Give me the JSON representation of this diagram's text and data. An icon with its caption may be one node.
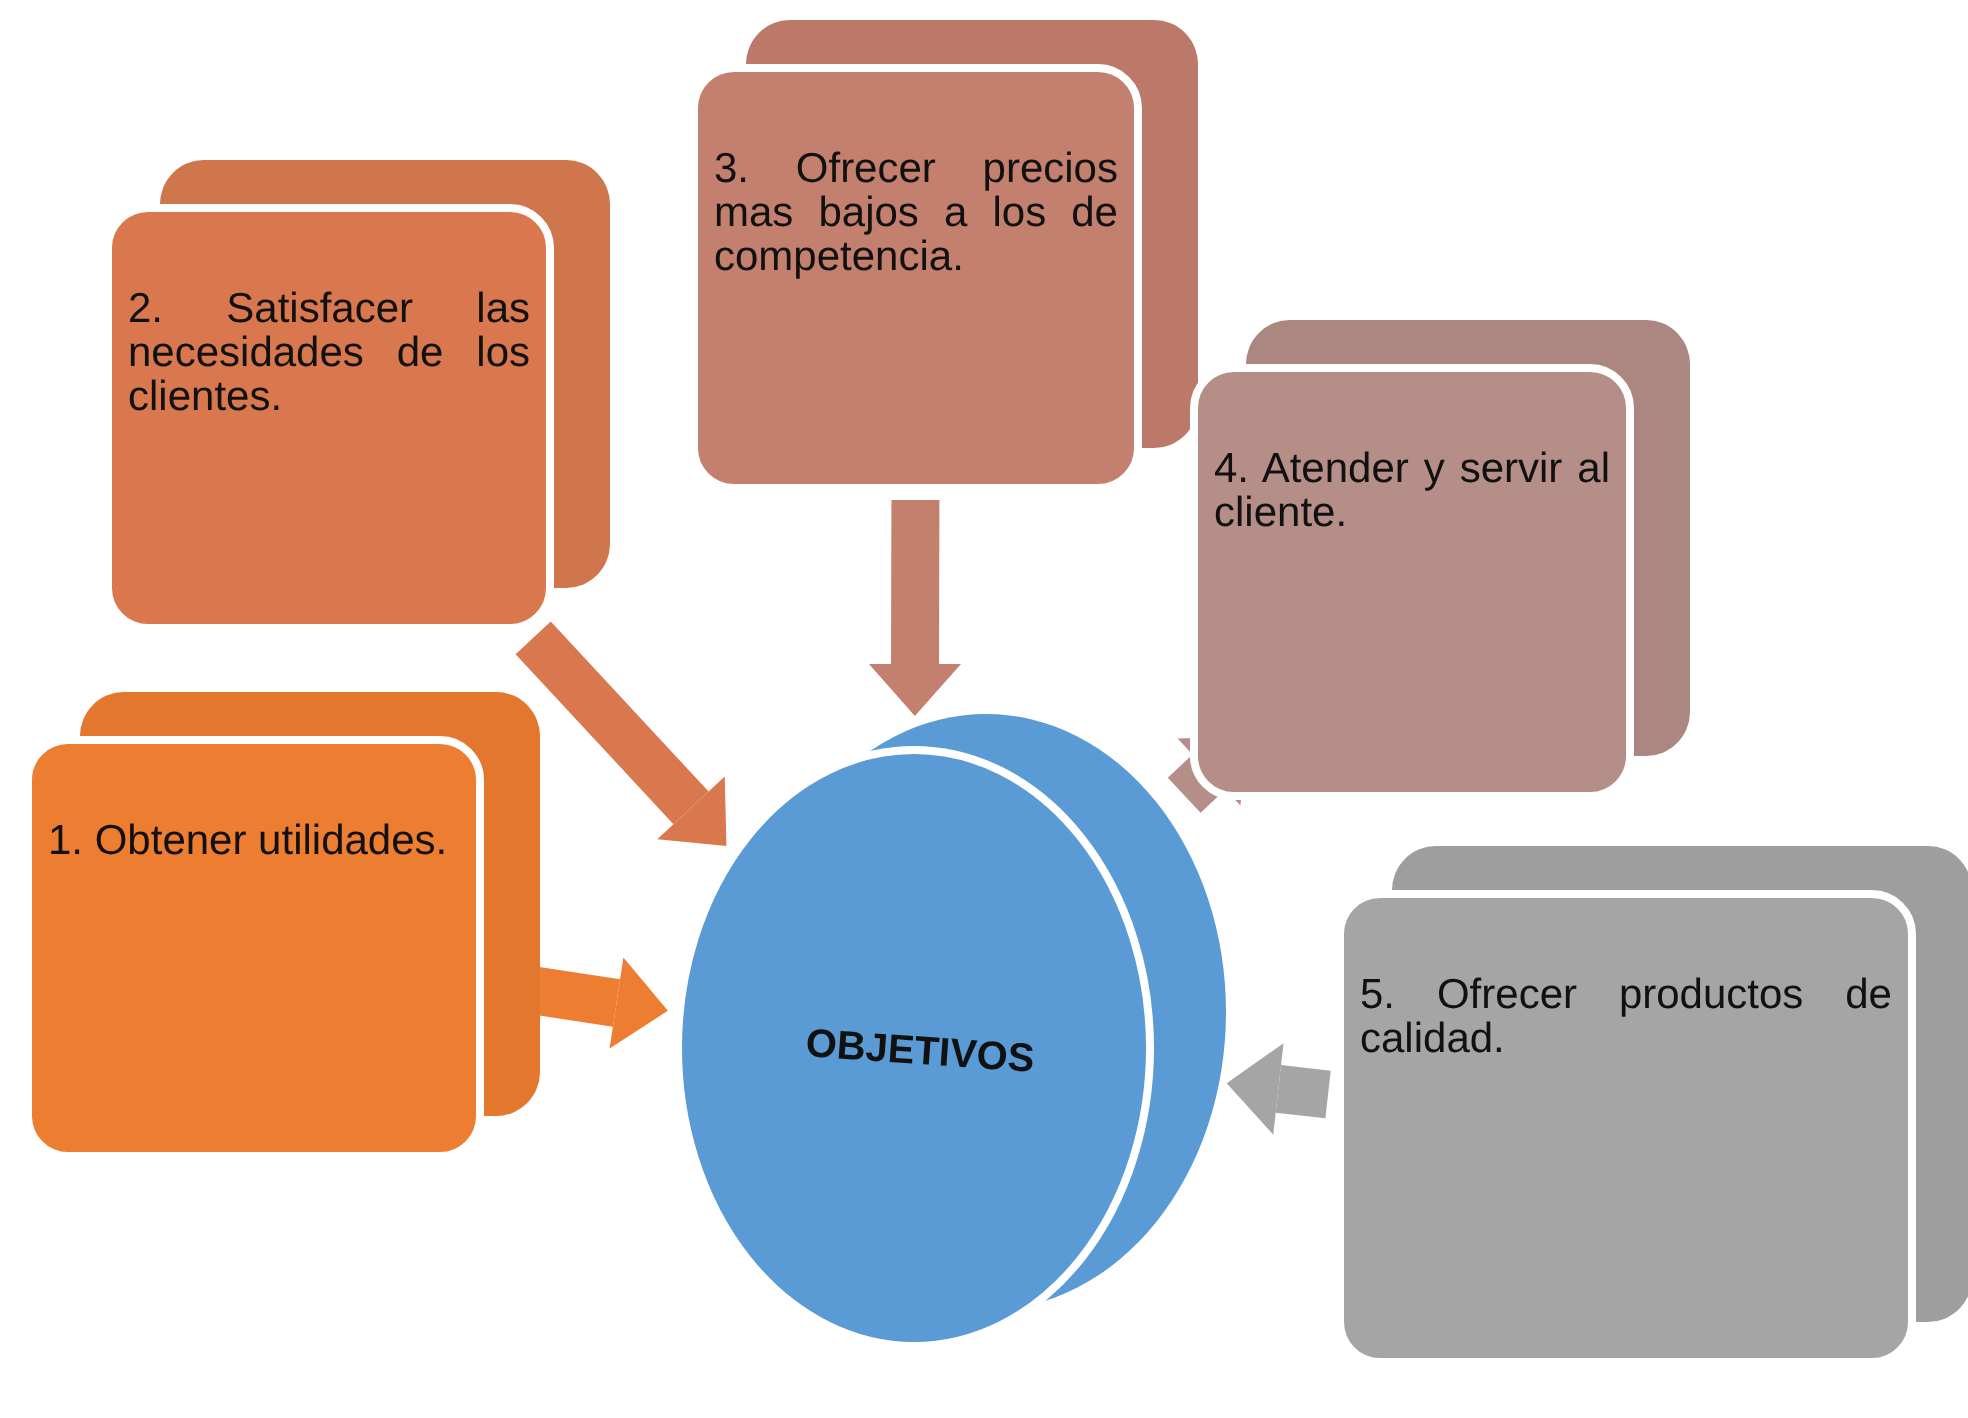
{
  "diagram": {
    "nodes": [
      {
        "text": [
          "2. Satisfacer las necesidades de los clientes."
        ]
      },
      {
        "text": [
          "3. Ofrecer precios mas bajos a los de competencia."
        ]
      },
      {
        "text": [
          "4. Atender y servir al cliente."
        ]
      },
      {
        "text": [
          "1. Obtener utilidades."
        ]
      },
      {
        "text": [
          "OBJETIVOS"
        ]
      },
      {
        "text": [
          "5. Ofrecer productos de calidad."
        ]
      }
    ],
    "edges": [
      {
        "from": 0,
        "to": 4,
        "arrow": "to",
        "color": "#d9784f"
      },
      {
        "from": 1,
        "to": 4,
        "arrow": "to",
        "color": "#c4806f"
      },
      {
        "from": 2,
        "to": 4,
        "arrow": "to",
        "color": "#b48e87"
      },
      {
        "from": 3,
        "to": 4,
        "arrow": "to",
        "color": "#ec7d31"
      },
      {
        "from": 5,
        "to": 4,
        "arrow": "to",
        "color": "#a5a5a5"
      }
    ]
  }
}
